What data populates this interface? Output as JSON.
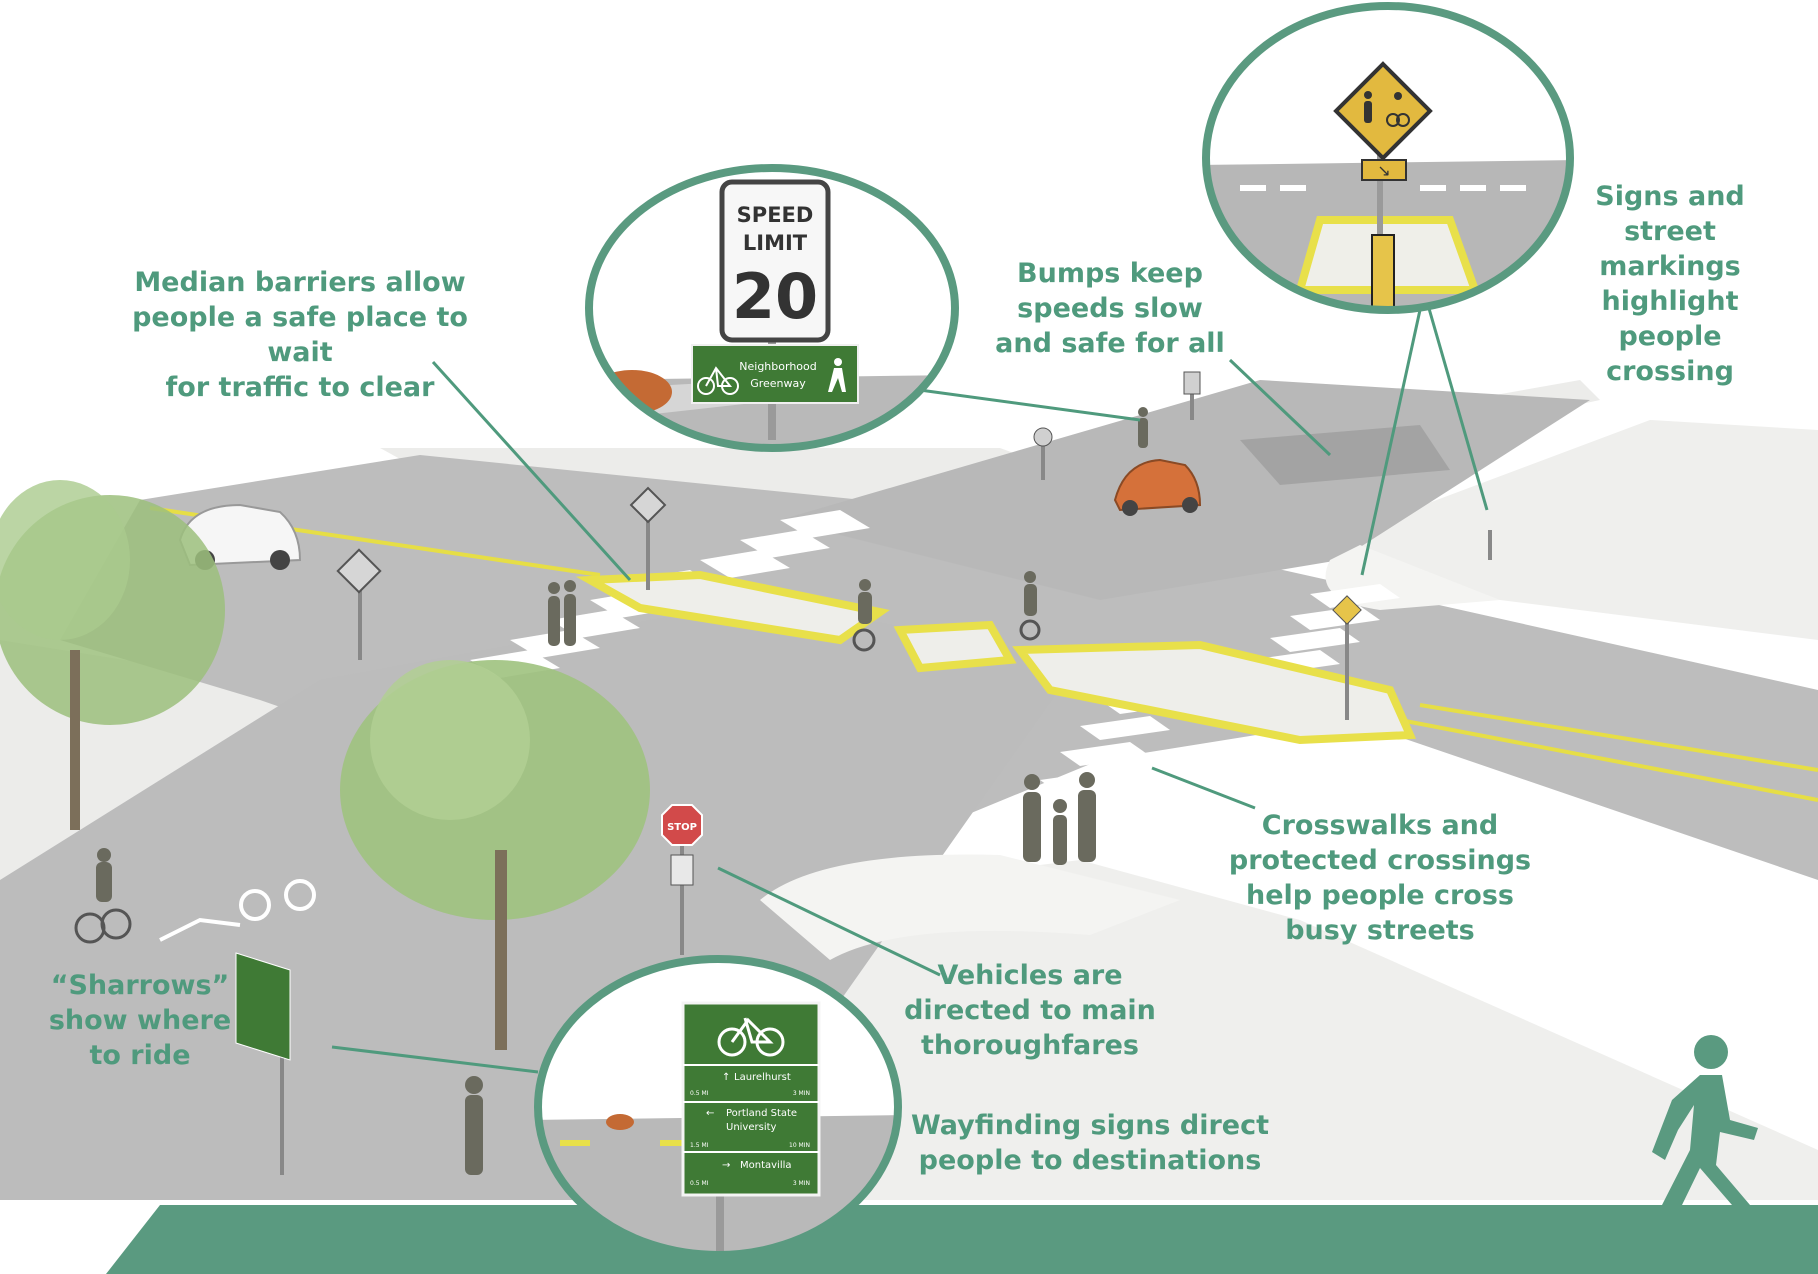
{
  "colors": {
    "green": "#5a9a80",
    "text_green": "#4f9a7d",
    "road": "#b9b9b9",
    "road_light": "#cfcfcf",
    "sidewalk": "#ececea",
    "median_yellow": "#e8e04a",
    "sign_green": "#3f7a35",
    "tree": "#9dc07f"
  },
  "callouts": {
    "median": "Median barriers allow\npeople a safe place to wait\nfor traffic to clear",
    "bumps": "Bumps keep\nspeeds slow\nand safe for all",
    "signs_markings": "Signs and\nstreet\nmarkings\nhighlight\npeople\ncrossing",
    "crosswalks": "Crosswalks and\nprotected crossings\nhelp people cross\nbusy streets",
    "vehicles": "Vehicles are\ndirected to main\nthoroughfares",
    "sharrows": "“Sharrows”\nshow where\nto ride",
    "wayfinding": "Wayfinding signs direct\npeople to destinations"
  },
  "speed_sign": {
    "line1": "SPEED",
    "line2": "LIMIT",
    "value": "20"
  },
  "greenway_sign": {
    "line1": "Neighborhood",
    "line2": "Greenway"
  },
  "stop_sign": {
    "text": "STOP"
  },
  "wayfinding_sign": {
    "destinations": [
      {
        "arrow": "↑",
        "name": "Laurelhurst",
        "name2": "",
        "dist": "0.5 MI",
        "time": "3 MIN"
      },
      {
        "arrow": "←",
        "name": "Portland State",
        "name2": "University",
        "dist": "1.5 MI",
        "time": "10 MIN"
      },
      {
        "arrow": "→",
        "name": "Montavilla",
        "name2": "",
        "dist": "0.5 MI",
        "time": "3 MIN"
      }
    ]
  },
  "icons": {
    "pedestrian": "walking-person-icon",
    "bike": "bicycle-icon"
  }
}
